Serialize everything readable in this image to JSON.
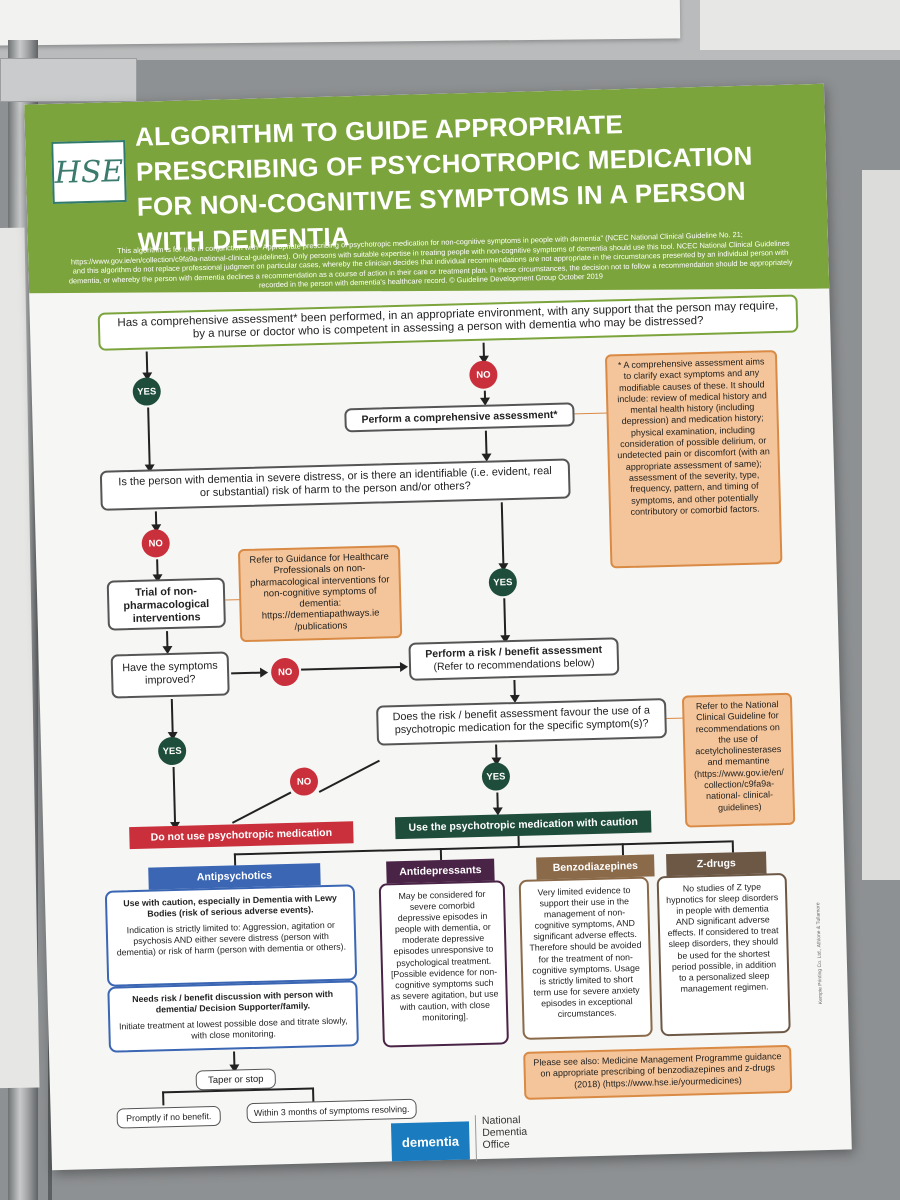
{
  "poster": {
    "logo_text": "HSE",
    "title": "ALGORITHM TO GUIDE APPROPRIATE PRESCRIBING OF PSYCHOTROPIC MEDICATION FOR NON-COGNITIVE SYMPTOMS IN A PERSON WITH DEMENTIA",
    "intro": "This algorithm is for use in conjunction with \"Appropriate prescribing of psychotropic medication for non-cognitive symptoms in people with dementia\" (NCEC National Clinical Guideline No. 21; https://www.gov.ie/en/collection/c9fa9a-national-clinical-guidelines). Only persons with suitable expertise in treating people with non-cognitive symptoms of dementia should use this tool. NCEC National Clinical Guidelines and this algorithm do not replace professional judgment on particular cases, whereby the clinician decides that individual recommendations are not appropriate in the circumstances presented by an individual person with dementia, or whereby the person with dementia declines a recommendation as a course of action in their care or treatment plan. In these circumstances, the decision not to follow a recommendation should be appropriately recorded in the person with dementia's healthcare record. © Guideline Development Group October 2019"
  },
  "flow": {
    "q1": "Has a comprehensive assessment* been performed, in an appropriate environment, with any support that the person may require, by a nurse or doctor who is competent in assessing a person with dementia who may be distressed?",
    "yes": "YES",
    "no": "NO",
    "perform_assessment": "Perform a comprehensive assessment*",
    "q2": "Is the person with dementia in severe distress, or is there an identifiable (i.e. evident, real or substantial) risk of harm to the person and/or others?",
    "trial": "Trial of non-pharmacological interventions",
    "improved": "Have the symptoms improved?",
    "risk_title": "Perform a risk / benefit assessment",
    "risk_sub": "(Refer to recommendations below)",
    "q3": "Does the risk / benefit assessment favour the use of a psychotropic medication for the specific symptom(s)?",
    "do_not_use": "Do not use psychotropic medication",
    "use_caution": "Use the psychotropic medication with caution"
  },
  "notes": {
    "assessment_note": "* A comprehensive assessment aims to clarify exact symptoms and any modifiable causes of these. It should include: review of medical history and mental health history (including depression) and medication history; physical examination, including consideration of possible delirium, or undetected pain or discomfort (with an appropriate assessment of same); assessment of the severity, type, frequency, pattern, and timing of symptoms, and other potentially contributory or comorbid factors.",
    "guidance_note": "Refer to Guidance for Healthcare Professionals on non-pharmacological interventions for non-cognitive symptoms of dementia: https://dementiapathways.ie /publications",
    "ncg_note": "Refer to the National Clinical Guideline for recommendations on the use of acetylcholinesterases and memantine (https://www.gov.ie/en/ collection/c9fa9a-national- clinical-guidelines)"
  },
  "classes": {
    "antipsychotics": "Antipsychotics",
    "antidepressants": "Antidepressants",
    "benzodiazepines": "Benzodiazepines",
    "zdrugs": "Z-drugs"
  },
  "panels": {
    "antipsych_1": "Use with caution, especially in Dementia with Lewy Bodies (risk of serious adverse events).",
    "antipsych_2": "Indication is strictly limited to: Aggression, agitation or psychosis AND either severe distress (person with dementia) or risk of harm (person with dementia or others).",
    "antipsych_3": "Needs risk / benefit discussion with person with dementia/ Decision Supporter/family.",
    "antipsych_4": "Initiate treatment at lowest possible dose and titrate slowly, with close monitoring.",
    "antidep": "May be considered for severe comorbid depressive episodes in people with dementia, or moderate depressive episodes unresponsive to psychological treatment. [Possible evidence for non-cognitive symptoms such as severe agitation, but use with caution, with close monitoring].",
    "benzo": "Very limited evidence to support their use in the management of non-cognitive symptoms, AND significant adverse effects. Therefore should be avoided for the treatment of non-cognitive symptoms. Usage is strictly limited to short term use for severe anxiety episodes in exceptional circumstances.",
    "zdrug": "No studies of Z type hypnotics for sleep disorders in people with dementia AND significant adverse effects. If considered to treat sleep disorders, they should be used for the shortest period possible, in addition to a personalized sleep management regimen."
  },
  "taper": {
    "taper_label": "Taper or stop",
    "promptly": "Promptly if no benefit.",
    "within": "Within 3 months of symptoms resolving."
  },
  "footer": {
    "see_also": "Please see also: Medicine Management Programme guidance on appropriate prescribing of benzodiazepines and z-drugs (2018) (https://www.hse.ie/yourmedicines)",
    "logo_dementia": "dementia",
    "logo_ndo": "National Dementia Office",
    "printer": "Kempie Printing Co. Ltd., Athlone & Tullamore"
  }
}
